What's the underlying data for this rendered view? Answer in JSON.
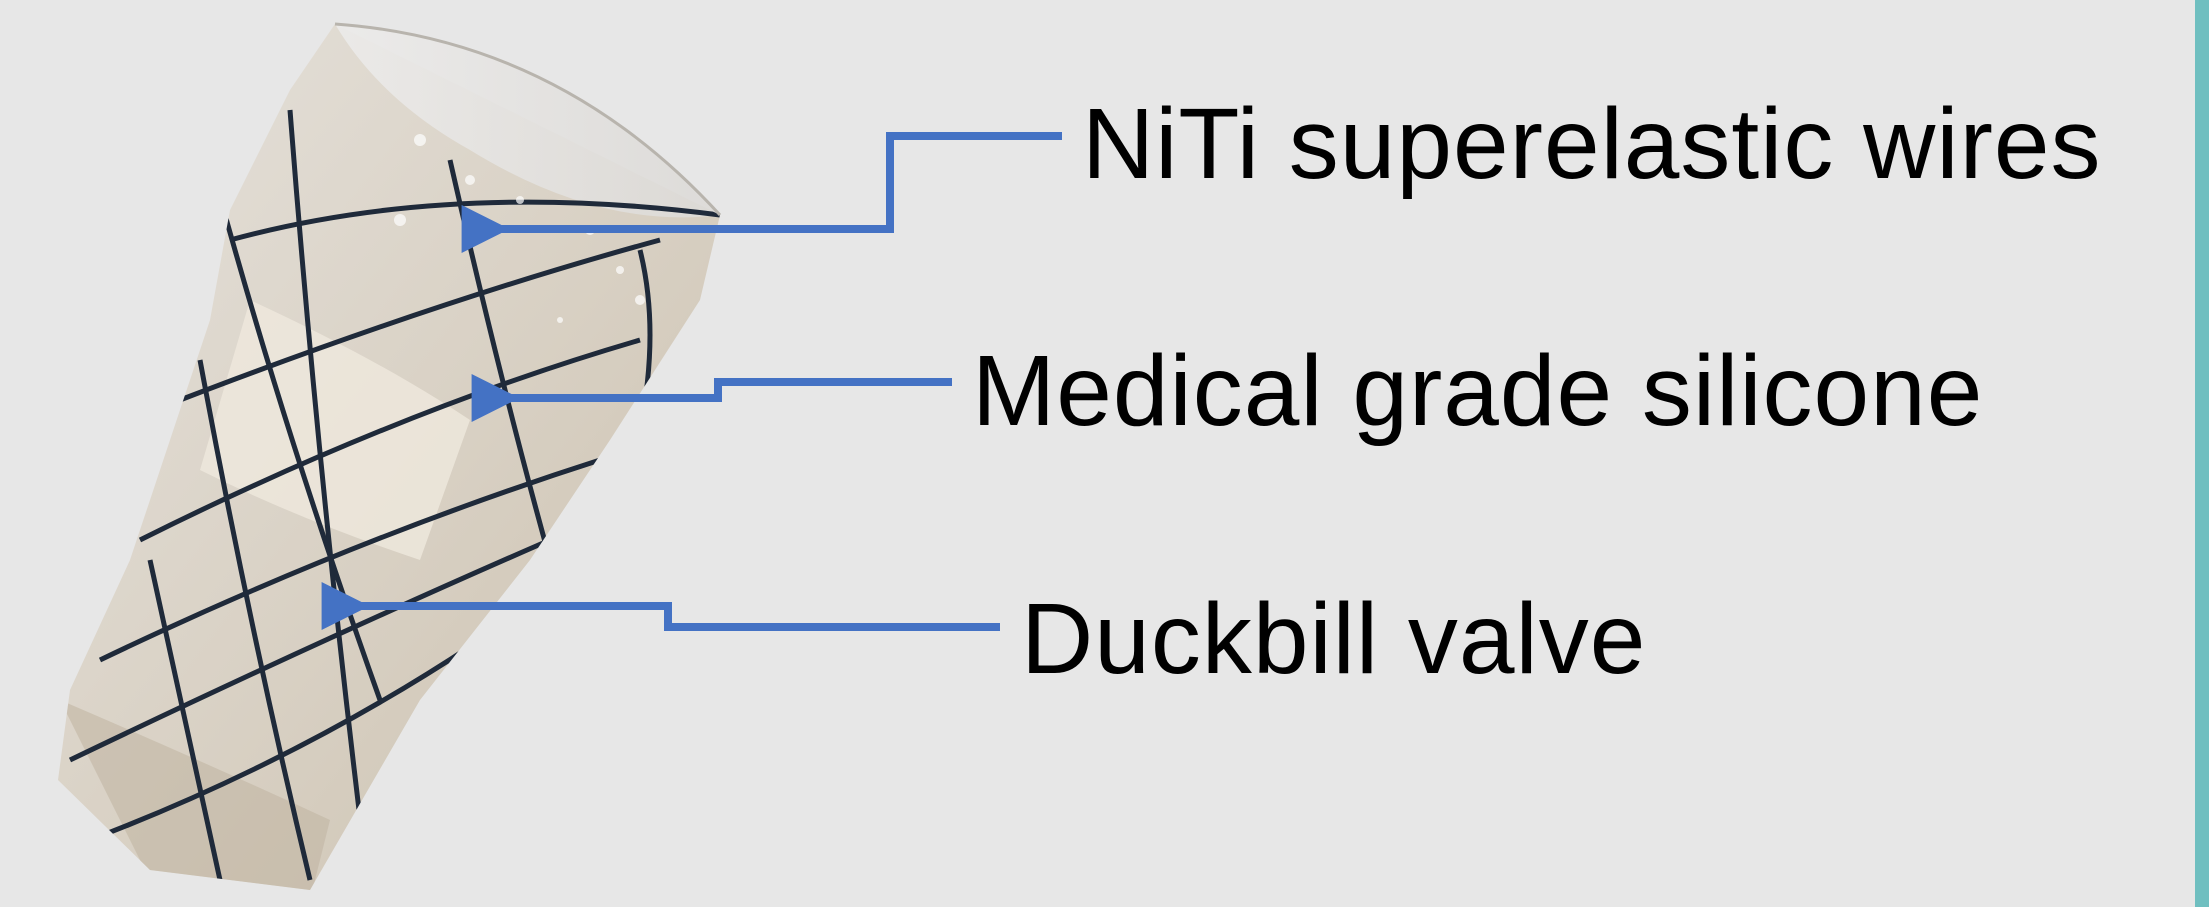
{
  "labels": {
    "niti": "NiTi superelastic wires",
    "silicone": "Medical grade silicone",
    "valve": "Duckbill valve"
  },
  "colors": {
    "background": "#e7e7e7",
    "arrow": "#4472c4",
    "accent_bar": "#6fbfc0",
    "stent_body": "#d9d2c7",
    "wire": "#1f2a3a"
  },
  "image": {
    "subject": "stent photograph"
  }
}
